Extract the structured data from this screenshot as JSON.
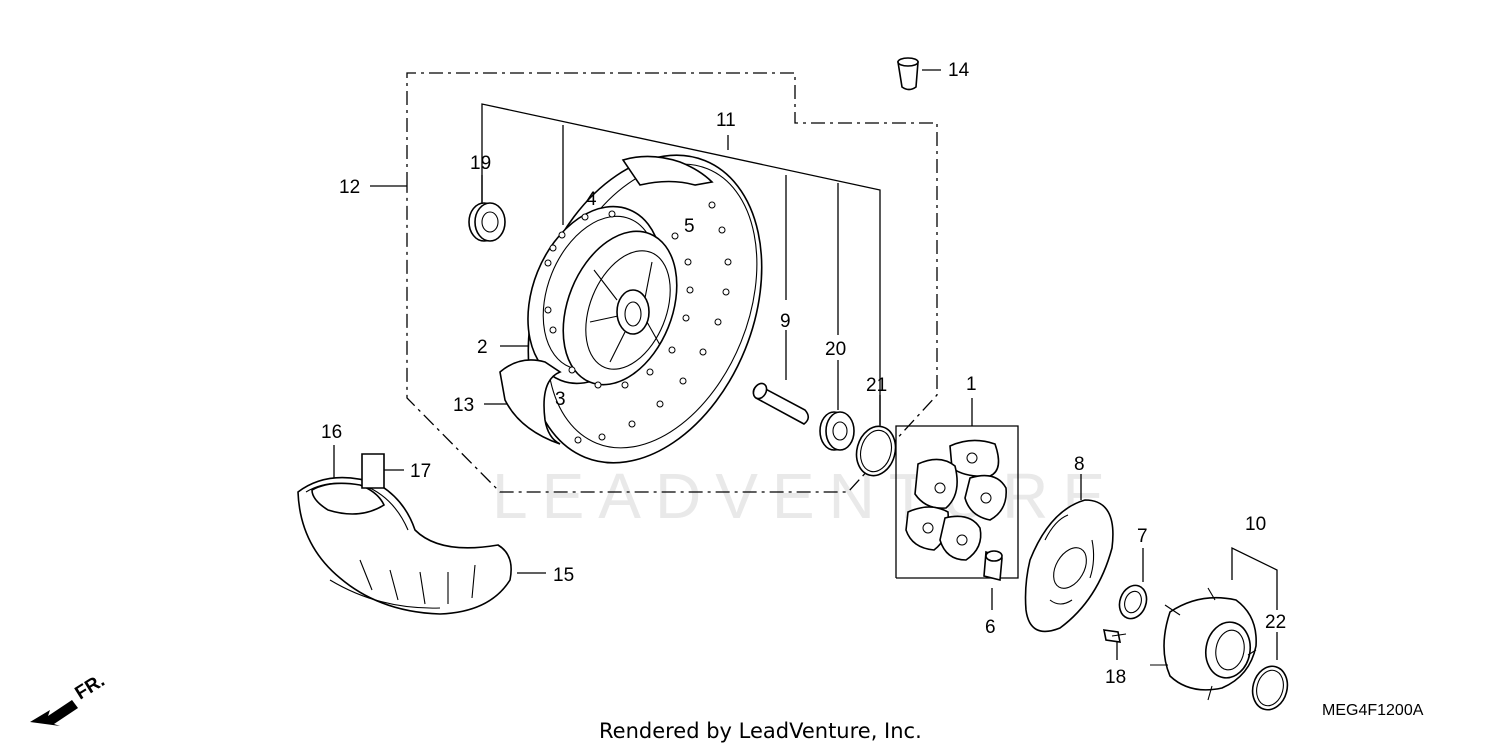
{
  "diagram": {
    "callouts": [
      "1",
      "2",
      "3",
      "4",
      "5",
      "6",
      "7",
      "8",
      "9",
      "10",
      "11",
      "12",
      "13",
      "14",
      "15",
      "16",
      "17",
      "18",
      "19",
      "20",
      "21",
      "22"
    ],
    "direction_label": "FR.",
    "drawing_code": "MEG4F1200A",
    "credit": "Rendered by LeadVenture, Inc.",
    "watermark": "LEADVENTURE"
  }
}
